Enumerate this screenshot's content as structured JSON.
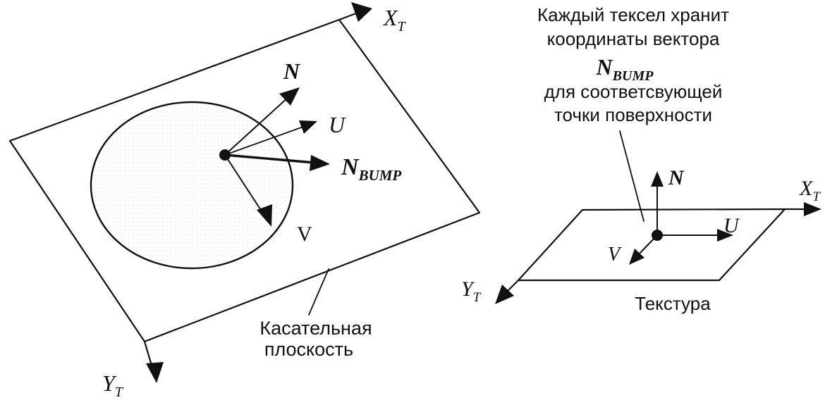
{
  "left": {
    "x_axis": {
      "symbol": "X",
      "sub": "T"
    },
    "y_axis": {
      "symbol": "Y",
      "sub": "T"
    },
    "vec_n": "N",
    "vec_u": "U",
    "vec_nbump": {
      "symbol": "N",
      "sub": "BUMP"
    },
    "vec_v": "V",
    "plane_label": [
      "Касательная",
      "плоскость"
    ]
  },
  "right": {
    "note": [
      "Каждый тексел хранит",
      "координаты вектора"
    ],
    "note_vec": {
      "symbol": "N",
      "sub": "BUMP"
    },
    "note_rest": [
      "для соответсвующей",
      "точки поверхности"
    ],
    "vec_n": "N",
    "vec_u": "U",
    "vec_v": "V",
    "x_axis": {
      "symbol": "X",
      "sub": "T"
    },
    "y_axis": {
      "symbol": "Y",
      "sub": "T"
    },
    "texture_label": "Текстура"
  }
}
